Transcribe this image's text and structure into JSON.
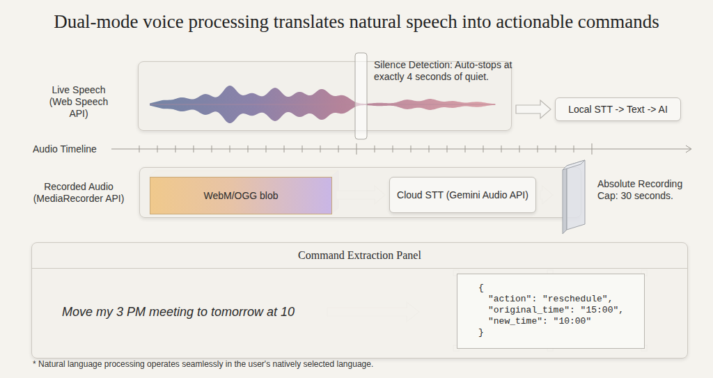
{
  "diagram": {
    "title": "Dual-mode voice processing translates natural speech into actionable commands",
    "caption": "* Natural language processing operates seamlessly in the user's natively selected language.",
    "nodes": [
      {
        "text": [
          "Live Speech (Web Speech API)"
        ]
      },
      {
        "text": [
          "Local STT -> Text -> AI"
        ]
      },
      {
        "text": [
          "Recorded Audio (MediaRecorder API)"
        ]
      },
      {
        "text": [
          "WebM/OGG blob"
        ],
        "in": 2
      },
      {
        "text": [
          "Cloud STT (Gemini Audio API)"
        ],
        "in": 2
      },
      {
        "text": [
          "Absolute Recording Cap: 30 seconds."
        ]
      },
      {
        "text": [
          "Command Extraction Panel",
          "Move my 3 PM meeting to tomorrow at 10"
        ]
      },
      {
        "text": [
          "{",
          "\"action\": \"reschedule\",",
          "\"original_time\": \"15:00\",",
          "\"new_time\": \"10:00\"",
          "}"
        ],
        "in": 6
      }
    ],
    "edges": [
      {
        "from": 0,
        "to": 1,
        "arrow": "to"
      },
      {
        "from": 3,
        "to": 4,
        "arrow": "to"
      },
      {
        "from": 4,
        "to": 5,
        "arrow": "to"
      }
    ],
    "labels": [
      "Silence Detection: Auto-stops at exactly 4 seconds of quiet.",
      "Audio Timeline"
    ]
  }
}
